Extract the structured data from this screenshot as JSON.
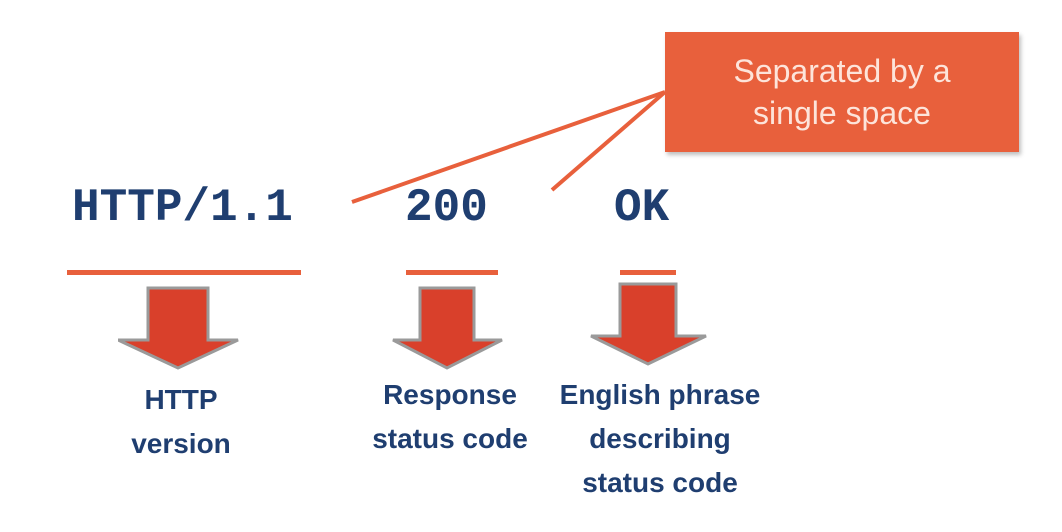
{
  "callout": {
    "line1": "Separated by a",
    "line2": "single space"
  },
  "status_line": {
    "version": "HTTP/1.1",
    "code": "200",
    "phrase": "OK"
  },
  "labels": {
    "version": [
      "HTTP",
      "version"
    ],
    "code": [
      "Response",
      "status code"
    ],
    "phrase": [
      "English phrase",
      "describing",
      "status code"
    ]
  },
  "colors": {
    "accent": "#e8603c",
    "text": "#1f3e70",
    "callout_text": "#fde4da"
  },
  "icons": [
    "down-arrow-icon",
    "down-arrow-icon",
    "down-arrow-icon"
  ]
}
